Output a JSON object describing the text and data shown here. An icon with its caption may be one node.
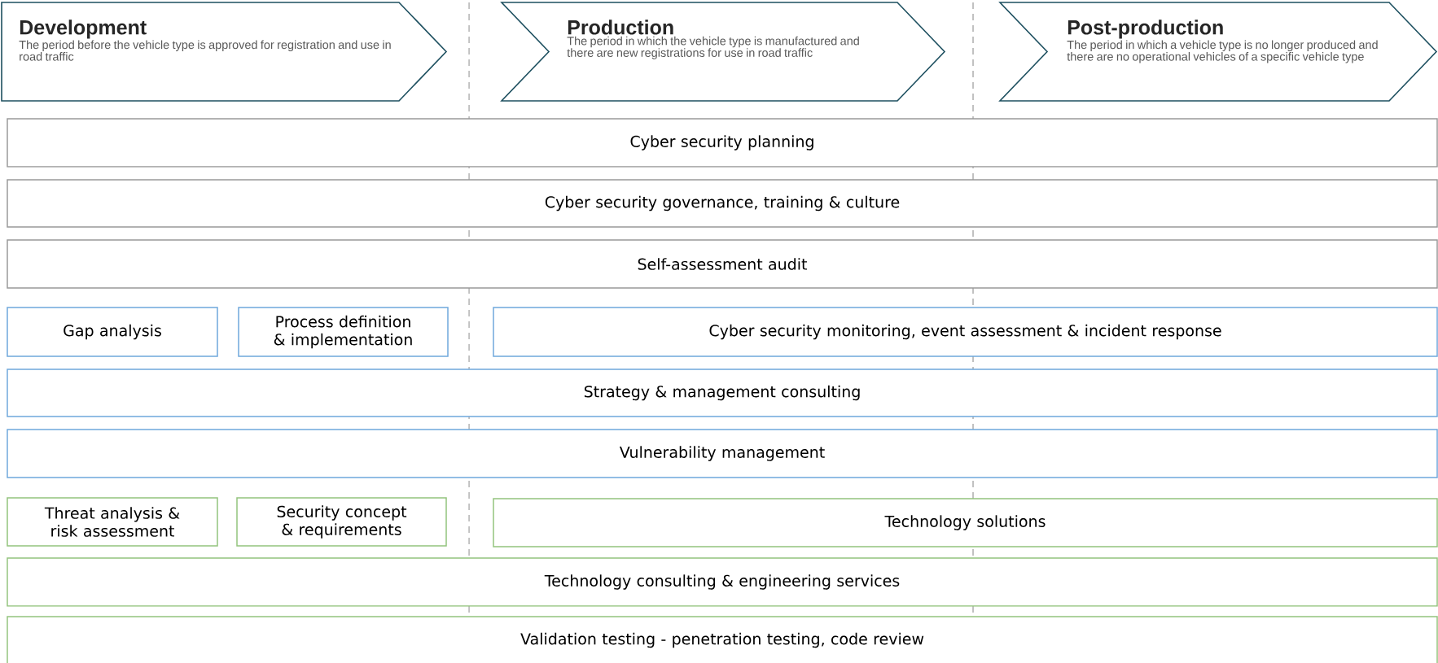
{
  "diagram": {
    "nodes": [
      {
        "text": [
          "Development",
          "The period before the vehicle type is approved for registration and use in road traffic"
        ]
      },
      {
        "text": [
          "Production",
          "The period in which the vehicle type is manufactured and there are new registrations for use in road traffic"
        ]
      },
      {
        "text": [
          "Post-production",
          "The period in which a vehicle type is no longer produced and there are no operational vehicles of a specific vehicle type"
        ]
      },
      {
        "text": [
          "Cyber security planning"
        ]
      },
      {
        "text": [
          "Cyber security governance, training & culture"
        ]
      },
      {
        "text": [
          "Self-assessment audit"
        ]
      },
      {
        "text": [
          "Gap analysis"
        ]
      },
      {
        "text": [
          "Process definition & implementation"
        ]
      },
      {
        "text": [
          "Cyber security monitoring, event assessment & incident response"
        ]
      },
      {
        "text": [
          "Strategy & management consulting"
        ]
      },
      {
        "text": [
          "Vulnerability management"
        ]
      },
      {
        "text": [
          "Threat analysis & risk assessment"
        ]
      },
      {
        "text": [
          "Security concept & requirements"
        ]
      },
      {
        "text": [
          "Technology solutions"
        ]
      },
      {
        "text": [
          "Technology consulting & engineering services"
        ]
      },
      {
        "text": [
          "Validation testing - penetration testing, code review"
        ]
      }
    ]
  }
}
